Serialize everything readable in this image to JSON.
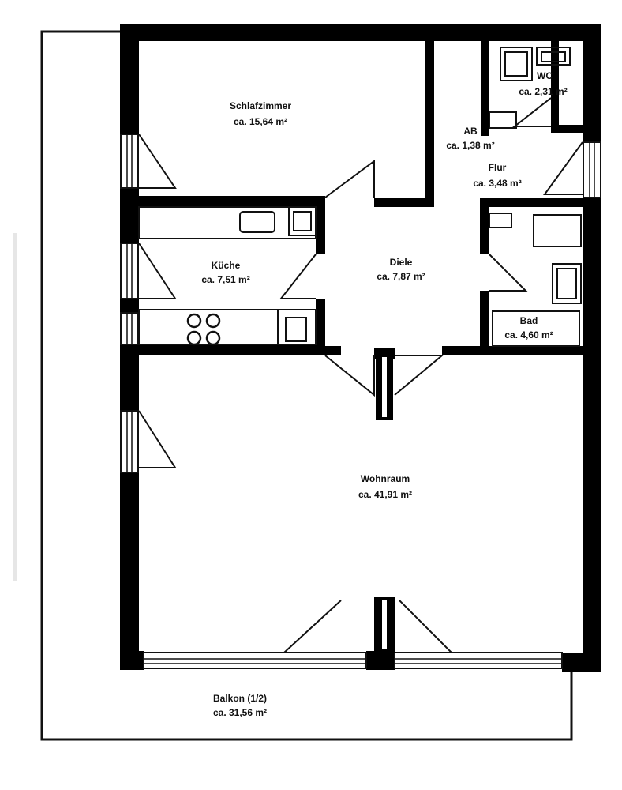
{
  "rooms": {
    "schlafzimmer": {
      "name": "Schlafzimmer",
      "area": "ca. 15,64 m²"
    },
    "wc": {
      "name": "WC",
      "area": "ca. 2,31 m²"
    },
    "ab": {
      "name": "AB",
      "area": "ca. 1,38 m²"
    },
    "flur": {
      "name": "Flur",
      "area": "ca. 3,48 m²"
    },
    "kueche": {
      "name": "Küche",
      "area": "ca. 7,51 m²"
    },
    "diele": {
      "name": "Diele",
      "area": "ca. 7,87 m²"
    },
    "bad": {
      "name": "Bad",
      "area": "ca. 4,60 m²"
    },
    "wohnraum": {
      "name": "Wohnraum",
      "area": "ca. 41,91 m²"
    },
    "balkon": {
      "name": "Balkon (1/2)",
      "area": "ca. 31,56 m²"
    }
  },
  "colors": {
    "wall": "#000000",
    "line": "#111111",
    "background": "#ffffff"
  }
}
